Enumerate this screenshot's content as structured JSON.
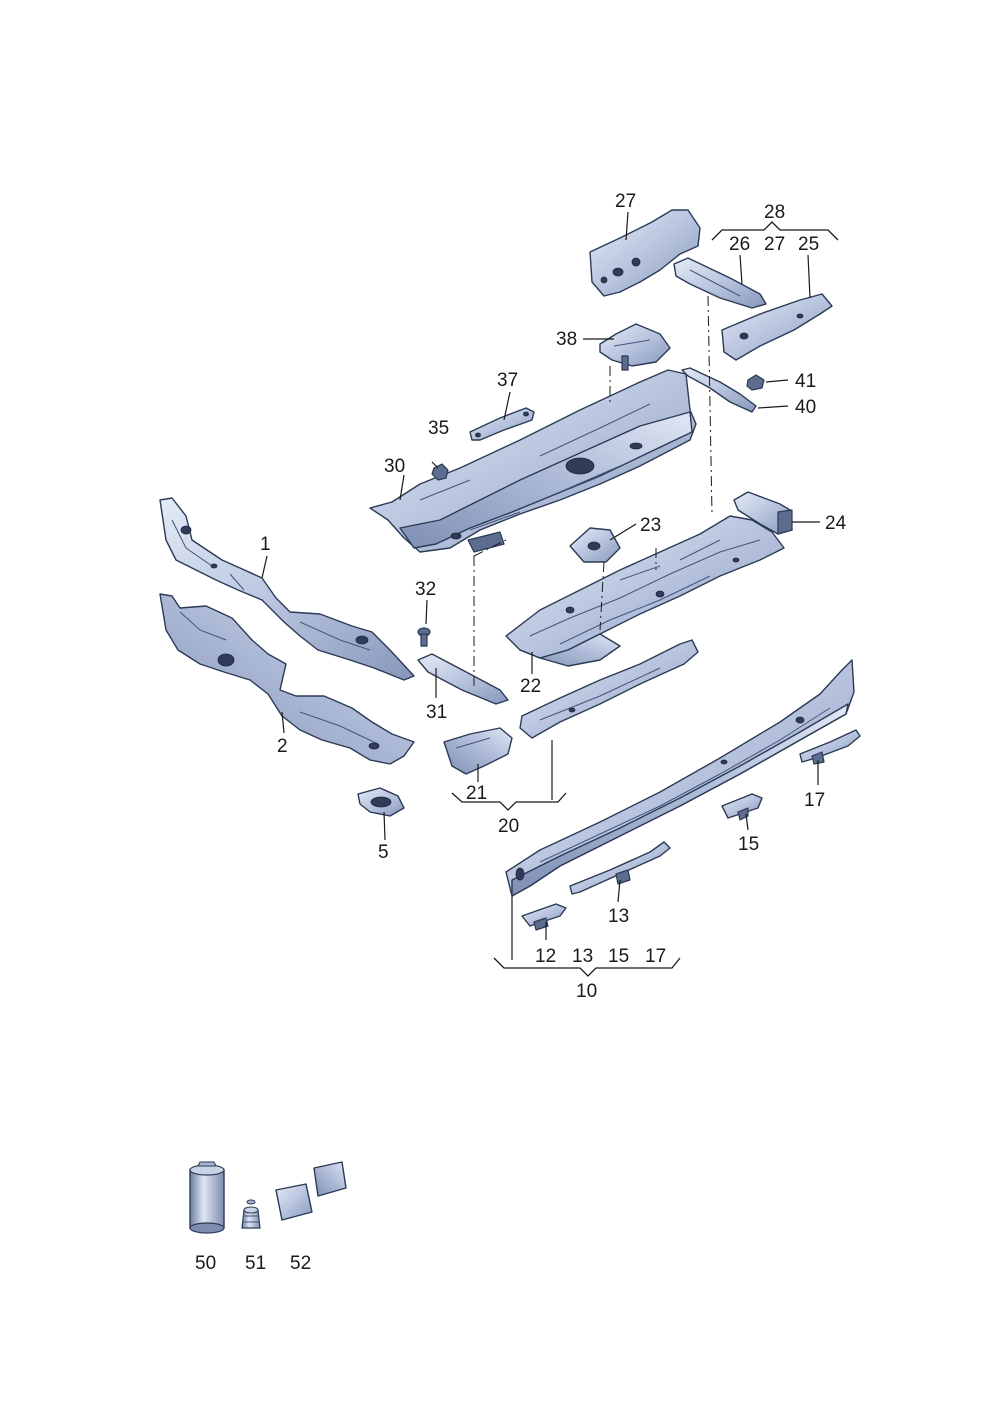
{
  "labels": {
    "p1": "1",
    "p2": "2",
    "p5": "5",
    "p10": "10",
    "p12": "12",
    "p13a": "13",
    "p13b": "13",
    "p15a": "15",
    "p15b": "15",
    "p17a": "17",
    "p17b": "17",
    "p20": "20",
    "p21": "21",
    "p22": "22",
    "p23": "23",
    "p24": "24",
    "p25": "25",
    "p26": "26",
    "p27a": "27",
    "p27b": "27",
    "p28": "28",
    "p30": "30",
    "p31": "31",
    "p32": "32",
    "p35": "35",
    "p37": "37",
    "p38": "38",
    "p40": "40",
    "p41": "41",
    "p50": "50",
    "p51": "51",
    "p52": "52"
  },
  "colors": {
    "part_light": "#d6deef",
    "part_mid": "#a7b5d3",
    "part_dark": "#5d6d8f",
    "outline": "#2b3a55",
    "label": "#1a1a1a"
  }
}
